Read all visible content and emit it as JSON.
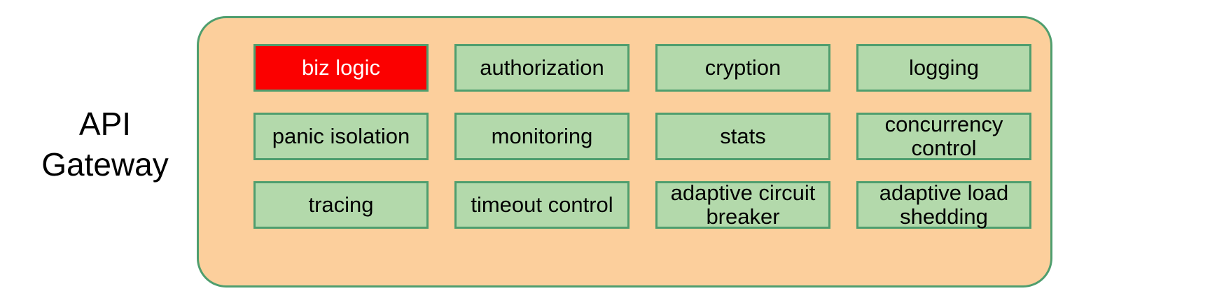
{
  "diagram": {
    "left_label": "API\nGateway",
    "container_name": "api-gateway-container",
    "colors": {
      "container_fill": "#fccf9c",
      "container_border": "#4f9e6e",
      "box_fill": "#b3d9ab",
      "box_border": "#4f9e6e",
      "highlight_fill": "#fb0000",
      "highlight_text": "#ffffff",
      "text": "#000000",
      "page_background": "#ffffff"
    },
    "grid": {
      "columns": 4,
      "rows": 3,
      "cells": [
        {
          "label": "biz logic",
          "highlighted": true
        },
        {
          "label": "authorization",
          "highlighted": false
        },
        {
          "label": "cryption",
          "highlighted": false
        },
        {
          "label": "logging",
          "highlighted": false
        },
        {
          "label": "panic isolation",
          "highlighted": false
        },
        {
          "label": "monitoring",
          "highlighted": false
        },
        {
          "label": "stats",
          "highlighted": false
        },
        {
          "label": "concurrency\ncontrol",
          "highlighted": false
        },
        {
          "label": "tracing",
          "highlighted": false
        },
        {
          "label": "timeout control",
          "highlighted": false
        },
        {
          "label": "adaptive circuit\nbreaker",
          "highlighted": false
        },
        {
          "label": "adaptive load\nshedding",
          "highlighted": false
        }
      ]
    }
  }
}
